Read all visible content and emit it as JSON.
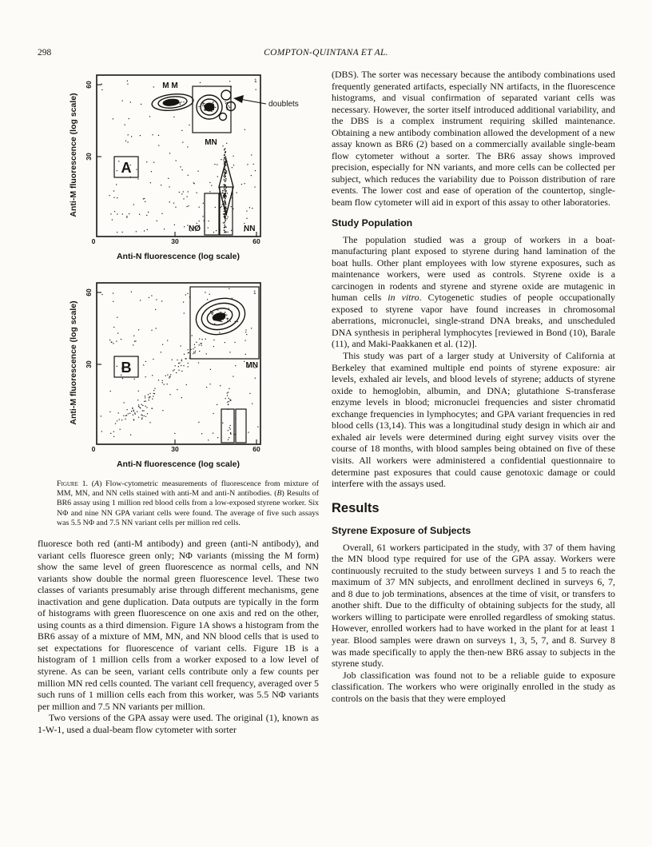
{
  "page": {
    "number": "298",
    "running_head": "COMPTON-QUINTANA ET AL."
  },
  "chart_data": [
    {
      "type": "scatter",
      "title": "Panel A: mixture of MM, MN, NN cells",
      "xlabel": "Anti-N fluorescence (log scale)",
      "ylabel": "Anti-M fluorescence (log scale)",
      "x_ticks": [
        "0",
        "30",
        "60"
      ],
      "y_ticks": [
        "0",
        "30",
        "60"
      ],
      "clusters": [
        "MM",
        "MN",
        "NØ",
        "NN"
      ],
      "annotations": [
        "doublets"
      ]
    },
    {
      "type": "scatter",
      "title": "Panel B: BR6 assay, 1 million red blood cells",
      "xlabel": "Anti-N fluorescence (log scale)",
      "ylabel": "Anti-M fluorescence (log scale)",
      "x_ticks": [
        "0",
        "30",
        "60"
      ],
      "y_ticks": [
        "0",
        "30",
        "60"
      ],
      "clusters": [
        "MN"
      ],
      "annotations": []
    }
  ],
  "figure": {
    "panel_a": {
      "label": "A",
      "corner_mark": "1",
      "xlabel": "Anti-N fluorescence (log scale)",
      "ylabel": "Anti-M fluorescence (log scale)",
      "x_ticks": [
        "0",
        "30",
        "60"
      ],
      "y_ticks": [
        "0",
        "30",
        "60"
      ],
      "clusters": {
        "mm": "M M",
        "mn": "MN",
        "nphi": "NØ",
        "nn": "NN"
      },
      "doublets_label": "doublets"
    },
    "panel_b": {
      "label": "B",
      "corner_mark": "1",
      "xlabel": "Anti-N fluorescence (log scale)",
      "ylabel": "Anti-M fluorescence (log scale)",
      "x_ticks": [
        "0",
        "30",
        "60"
      ],
      "y_ticks": [
        "0",
        "30",
        "60"
      ],
      "clusters": {
        "mn": "MN"
      }
    },
    "caption": {
      "tag": "Figure 1.",
      "s1": " (",
      "a": "A",
      "s2": ") Flow-cytometric measurements of fluorescence from mixture of MM, MN, and NN cells stained with anti-M and anti-N antibodies. (",
      "b": "B",
      "s3": ") Results of BR6 assay using 1 million red blood cells from a low-exposed styrene worker. Six NΦ and nine NN GPA variant cells were found. The average of five such assays was 5.5 NΦ and 7.5 NN variant cells per million red cells."
    }
  },
  "left_column": {
    "p1": "fluoresce both red (anti-M antibody) and green (anti-N antibody), and variant cells fluoresce green only; NΦ variants (missing the M form) show the same level of green fluorescence as normal cells, and NN variants show double the normal green fluorescence level. These two classes of variants presumably arise through different mechanisms, gene inactivation and gene duplication. Data outputs are typically in the form of histograms with green fluorescence on one axis and red on the other, using counts as a third dimension. Figure 1A shows a histogram from the BR6 assay of a mixture of MM, MN, and NN blood cells that is used to set expectations for fluorescence of variant cells. Figure 1B is a histogram of 1 million cells from a worker exposed to a low level of styrene. As can be seen, variant cells contribute only a few counts per million MN red cells counted. The variant cell frequency, averaged over 5 such runs of 1 million cells each from this worker, was 5.5 NΦ variants per million and 7.5 NN variants per million.",
    "p2": "Two versions of the GPA assay were used. The original (1), known as 1-W-1, used a dual-beam flow cytometer with sorter"
  },
  "right_column": {
    "p1": "(DBS). The sorter was necessary because the antibody combinations used frequently generated artifacts, especially NN artifacts, in the fluorescence histograms, and visual confirmation of separated variant cells was necessary. However, the sorter itself introduced additional variability, and the DBS is a complex instrument requiring skilled maintenance. Obtaining a new antibody combination allowed the development of a new assay known as BR6 (2) based on a commercially available single-beam flow cytometer without a sorter. The BR6 assay shows improved precision, especially for NN variants, and more cells can be collected per subject, which reduces the variability due to Poisson distribution of rare events. The lower cost and ease of operation of the countertop, single-beam flow cytometer will aid in export of this assay to other laboratories.",
    "h1": "Study Population",
    "p2a": "The population studied was a group of workers in a boat-manufacturing plant exposed to styrene during hand lamination of the boat hulls. Other plant employees with low styrene exposures, such as maintenance workers, were used as controls. Styrene oxide is a carcinogen in rodents and styrene and styrene oxide are mutagenic in human cells ",
    "p2i": "in vitro",
    "p2b": ". Cytogenetic studies of people occupationally exposed to styrene vapor have found increases in chromosomal aberrations, micronuclei, single-strand DNA breaks, and unscheduled DNA synthesis in peripheral lymphocytes [reviewed in Bond (10), Barale (11), and Maki-Paakkanen et al. (12)].",
    "p3": "This study was part of a larger study at University of California at Berkeley that examined multiple end points of styrene exposure: air levels, exhaled air levels, and blood levels of styrene; adducts of styrene oxide to hemoglobin, albumin, and DNA; glutathione S-transferase enzyme levels in blood; micronuclei frequencies and sister chromatid exchange frequencies in lymphocytes; and GPA variant frequencies in red blood cells (13,14). This was a longitudinal study design in which air and exhaled air levels were determined during eight survey visits over the course of 18 months, with blood samples being obtained on five of these visits. All workers were administered a confidential questionnaire to determine past exposures that could cause genotoxic damage or could interfere with the assays used.",
    "h2": "Results",
    "h3": "Styrene Exposure of Subjects",
    "p4": "Overall, 61 workers participated in the study, with 37 of them having the MN blood type required for use of the GPA assay. Workers were continuously recruited to the study between surveys 1 and 5 to reach the maximum of 37 MN subjects, and enrollment declined in surveys 6, 7, and 8 due to job terminations, absences at the time of visit, or transfers to another shift. Due to the difficulty of obtaining subjects for the study, all workers willing to participate were enrolled regardless of smoking status. However, enrolled workers had to have worked in the plant for at least 1 year. Blood samples were drawn on surveys 1, 3, 5, 7, and 8. Survey 8 was made specifically to apply the then-new BR6 assay to subjects in the styrene study.",
    "p5": "Job classification was found not to be a reliable guide to exposure classification. The workers who were originally enrolled in the study as controls on the basis that they were employed"
  }
}
